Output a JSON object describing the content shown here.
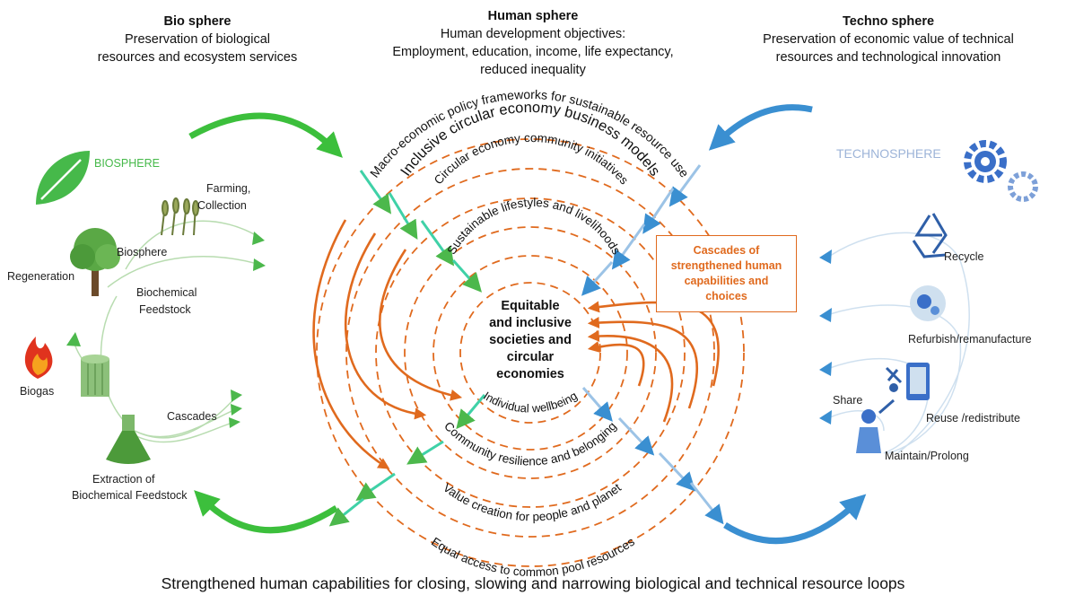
{
  "headers": {
    "bio": {
      "title": "Bio sphere",
      "line1": "Preservation of biological",
      "line2": "resources and ecosystem services"
    },
    "human": {
      "title": "Human sphere",
      "line1": "Human development objectives:",
      "line2": "Employment, education, income, life expectancy,",
      "line3": "reduced inequality"
    },
    "techno": {
      "title": "Techno sphere",
      "line1": "Preservation of economic value of technical",
      "line2": "resources and technological innovation"
    }
  },
  "biosphere": {
    "logo": "BIOSPHERE",
    "labels": {
      "farming": "Farming,",
      "collection": "Collection",
      "biosphere": "Biosphere",
      "regeneration": "Regeneration",
      "biochemical": "Biochemical",
      "feedstock": "Feedstock",
      "biogas": "Biogas",
      "cascades": "Cascades",
      "extraction1": "Extraction of",
      "extraction2": "Biochemical Feedstock"
    }
  },
  "technosphere": {
    "logo": "TECHNOSPHERE",
    "labels": {
      "recycle": "Recycle",
      "refurbish": "Refurbish/remanufacture",
      "share": "Share",
      "reuse": "Reuse /redistribute",
      "maintain": "Maintain/Prolong"
    }
  },
  "rings": {
    "upper": [
      "Macro-economic policy frameworks for sustainable resource use",
      "Inclusive circular economy business models",
      "Circular economy community initiatives",
      "Sustainable lifestyles and livelihoods"
    ],
    "lower": [
      "Individual wellbeing",
      "Community resilience and belonging",
      "Value creation for people and planet",
      "Equal access to common pool resources"
    ]
  },
  "center": {
    "line1": "Equitable",
    "line2": "and inclusive",
    "line3": "societies and",
    "line4": "circular",
    "line5": "economies"
  },
  "cascades_box": {
    "line1": "Cascades of",
    "line2": "strengthened human",
    "line3": "capabilities and",
    "line4": "choices"
  },
  "caption": "Strengthened human capabilities for closing, slowing and narrowing biological and technical resource loops",
  "colors": {
    "orange": "#e06a1e",
    "green": "#3cbf3c",
    "light_green": "#7cc47c",
    "blue": "#3a8fd1",
    "light_blue": "#9cc3e6",
    "teal": "#3fd1a7"
  },
  "icons": [
    "leaf-icon",
    "gear-icon",
    "wheat-icon",
    "tree-icon",
    "flame-icon",
    "silo-icon",
    "flask-icon",
    "recycle-icon",
    "refurbish-icon",
    "reuse-icon",
    "maintain-icon"
  ]
}
